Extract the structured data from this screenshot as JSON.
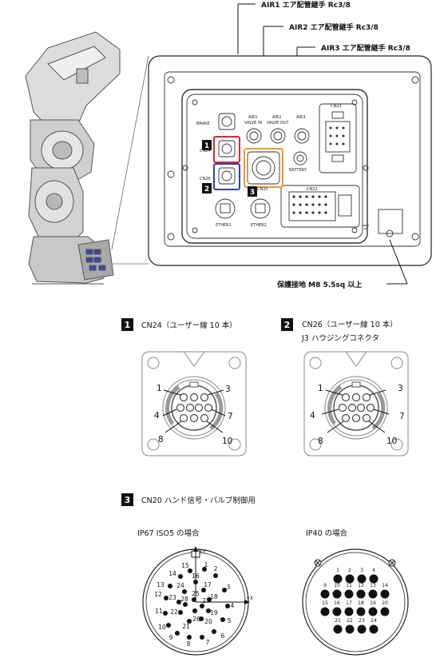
{
  "callouts": {
    "air1": "AIR1 エア配管継手 Rc3/8",
    "air2": "AIR2 エア配管継手 Rc3/8",
    "air3": "AIR3 エア配管継手 Rc3/8",
    "ground": "保護接地 M8 5.5sq 以上"
  },
  "panel": {
    "brake": "BRAKE",
    "air1": "AIR1",
    "air1_sub": "VALVE IN",
    "air2": "AIR2",
    "air2_sub": "VALVE OUT",
    "air3": "AIR3",
    "cn23": "CN23",
    "cn24": "CN24",
    "cn26": "CN26",
    "cn20": "CN20",
    "cn22": "CN22",
    "battery": "BATTERY",
    "ether1": "ETHER1",
    "ether2": "ETHER2",
    "badge1": "1",
    "badge2": "2",
    "badge3": "3"
  },
  "sections": {
    "cn24": {
      "badge": "1",
      "title": "CN24（ユーザー線 10 本）"
    },
    "cn26": {
      "badge": "2",
      "title": "CN26（ユーザー線 10 本）",
      "subtitle": "J3 ハウジングコネクタ"
    },
    "cn20": {
      "badge": "3",
      "title": "CN20 ハンド信号・バルブ制御用"
    }
  },
  "connector_pins": {
    "p1": "1",
    "p3": "3",
    "p4": "4",
    "p7": "7",
    "p8": "8",
    "p10": "10"
  },
  "ip67": {
    "title": "IP67  ISO5  の場合",
    "axis_y": "+Y",
    "axis_x": "+X",
    "pins": [
      "1",
      "2",
      "3",
      "4",
      "5",
      "6",
      "7",
      "8",
      "9",
      "10",
      "11",
      "12",
      "13",
      "14",
      "15",
      "16",
      "17",
      "18",
      "19",
      "20",
      "21",
      "22",
      "23",
      "24",
      "25",
      "26",
      "27",
      "28"
    ]
  },
  "ip40": {
    "title": "IP40 の場合",
    "pins": [
      "1",
      "2",
      "3",
      "4",
      "9",
      "10",
      "11",
      "12",
      "13",
      "14",
      "15",
      "16",
      "17",
      "18",
      "19",
      "20",
      "21",
      "22",
      "23",
      "24"
    ]
  },
  "colors": {
    "red": "#e0252b",
    "blue": "#2e3fb8",
    "orange": "#f29a1f",
    "badge": "#111111"
  }
}
